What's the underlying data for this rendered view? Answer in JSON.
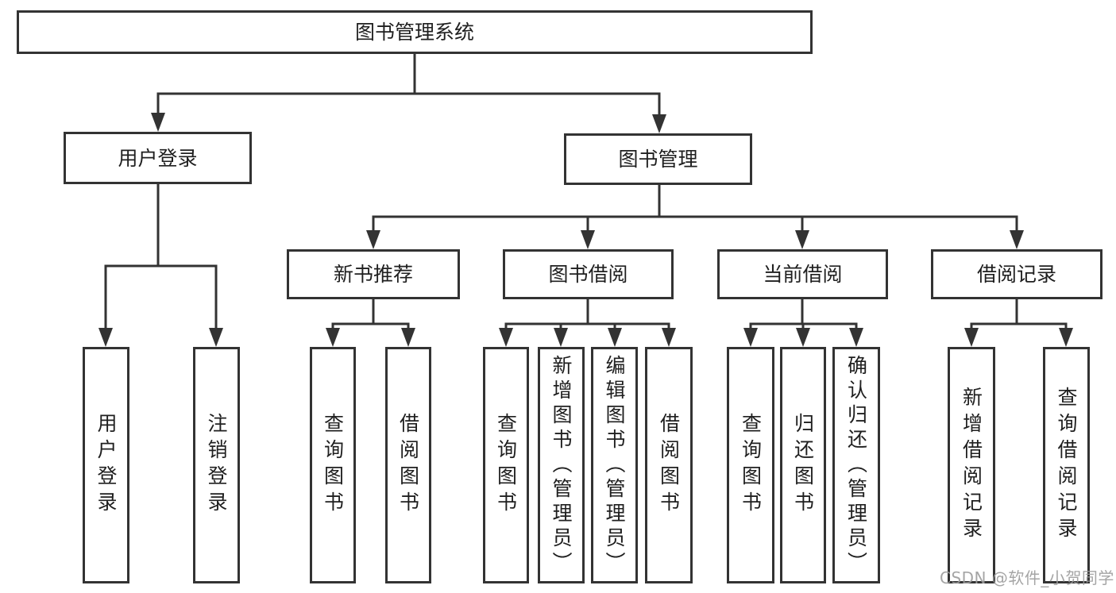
{
  "diagram": {
    "type": "tree",
    "title": "图书管理系统"
  },
  "nodes": [
    {
      "id": "root",
      "label": "图书管理系统",
      "parent": null
    },
    {
      "id": "user-login",
      "label": "用户登录",
      "parent": "root"
    },
    {
      "id": "book-management",
      "label": "图书管理",
      "parent": "root"
    },
    {
      "id": "new-book-recommendation",
      "label": "新书推荐",
      "parent": "book-management"
    },
    {
      "id": "book-borrowing",
      "label": "图书借阅",
      "parent": "book-management"
    },
    {
      "id": "current-borrowing",
      "label": "当前借阅",
      "parent": "book-management"
    },
    {
      "id": "borrowing-records",
      "label": "借阅记录",
      "parent": "book-management"
    },
    {
      "id": "user-login-leaf",
      "label": "用户登录",
      "parent": "user-login"
    },
    {
      "id": "logout",
      "label": "注销登录",
      "parent": "user-login"
    },
    {
      "id": "query-books-1",
      "label": "查询图书",
      "parent": "new-book-recommendation"
    },
    {
      "id": "borrow-books-1",
      "label": "借阅图书",
      "parent": "new-book-recommendation"
    },
    {
      "id": "query-books-2",
      "label": "查询图书",
      "parent": "book-borrowing"
    },
    {
      "id": "add-books-admin",
      "label": "新增图书（管理员）",
      "parent": "book-borrowing"
    },
    {
      "id": "edit-books-admin",
      "label": "编辑图书（管理员）",
      "parent": "book-borrowing"
    },
    {
      "id": "borrow-books-2",
      "label": "借阅图书",
      "parent": "book-borrowing"
    },
    {
      "id": "query-books-3",
      "label": "查询图书",
      "parent": "current-borrowing"
    },
    {
      "id": "return-books",
      "label": "归还图书",
      "parent": "current-borrowing"
    },
    {
      "id": "confirm-return-admin",
      "label": "确认归还（管理员）",
      "parent": "current-borrowing"
    },
    {
      "id": "add-borrowing-record",
      "label": "新增借阅记录",
      "parent": "borrowing-records"
    },
    {
      "id": "query-borrowing-record",
      "label": "查询借阅记录",
      "parent": "borrowing-records"
    }
  ],
  "watermark": {
    "text": "CSDN @软件_小贺同学",
    "color": "#9c9c9c"
  },
  "colors": {
    "line": "#333333",
    "border": "#333333",
    "text": "#1f1f1f",
    "background": "#ffffff"
  }
}
